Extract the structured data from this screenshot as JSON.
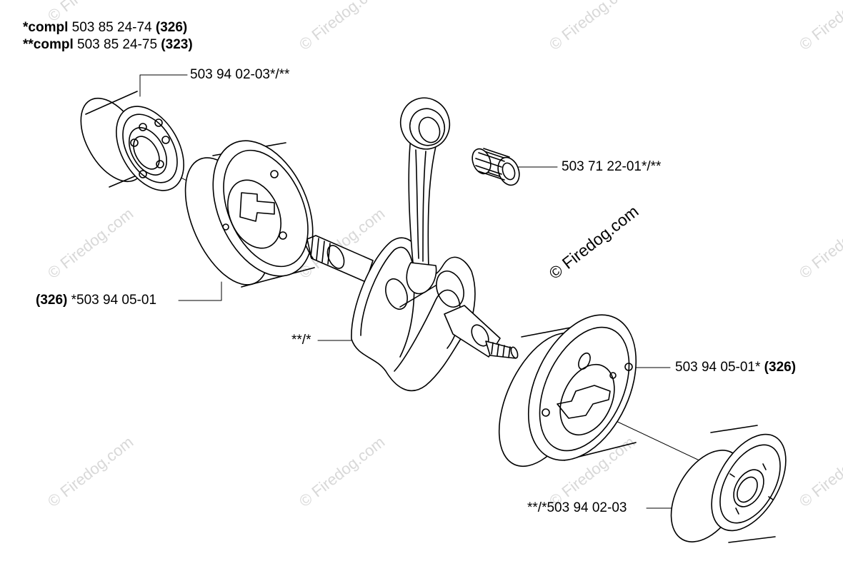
{
  "header": {
    "line1": {
      "stars": "*",
      "word": "compl",
      "number": " 503 85 24-74 ",
      "model": "(326)"
    },
    "line2": {
      "stars": "**",
      "word": "compl",
      "number": " 503 85 24-75 ",
      "model": "(323)"
    }
  },
  "labels": {
    "bearing_top": "503 94 02-03*/**",
    "needle_bearing": "503 71 22-01*/**",
    "flywheel_left": {
      "model": "(326)",
      "text": " *503 94 05-01"
    },
    "crankshaft": "**/*",
    "flywheel_right": {
      "text": "503 94 05-01* ",
      "model": "(326)"
    },
    "bearing_bottom": "**/*503 94 02-03"
  },
  "watermark": {
    "text": "© Firedog.com"
  },
  "colors": {
    "line": "#000000",
    "watermark": "#d8d8d8",
    "background": "#ffffff"
  }
}
